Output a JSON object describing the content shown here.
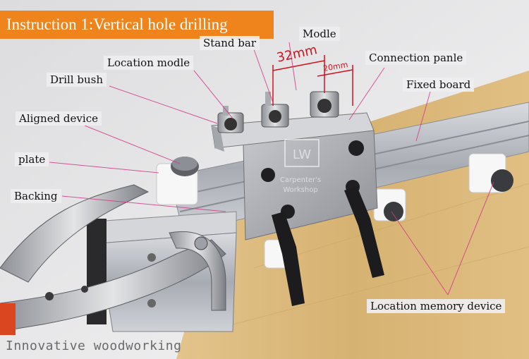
{
  "title": "Instruction 1:Vertical hole drilling",
  "labels": {
    "modle": "Modle",
    "stand_bar": "Stand bar",
    "location_modle": "Location modle",
    "connection_panle": "Connection panle",
    "drill_bush": "Drill bush",
    "fixed_board": "Fixed board",
    "aligned_device": "Aligned device",
    "plate": "plate",
    "backing": "Backing",
    "location_memory_device": "Location memory device"
  },
  "dimensions": {
    "dim_32": "32mm",
    "dim_20": "20mm"
  },
  "footer": "Innovative woodworking",
  "watermark": "Carpenter's Workshop",
  "colors": {
    "banner": "#f0841c",
    "dimension": "#d0121c",
    "wood": "#d9b77a",
    "aluminum": "#b9bcc2"
  }
}
